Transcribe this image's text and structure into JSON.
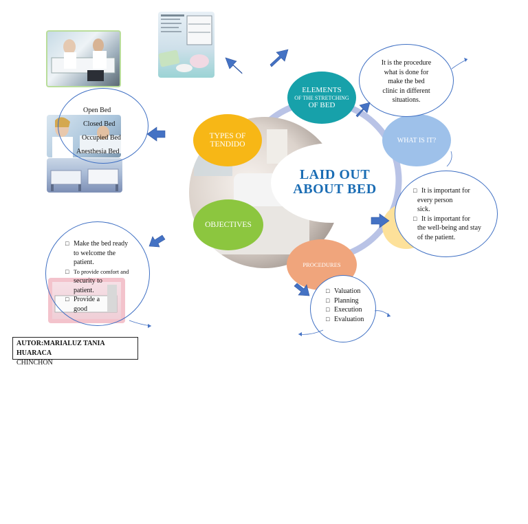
{
  "center": {
    "line1": "LAID OUT",
    "line2": "ABOUT BED"
  },
  "nodes": {
    "elements": {
      "line1": "ELEMENTS",
      "line2": "OF THE STRETCHING",
      "line3": "OF BED"
    },
    "what_is_it": "WHAT IS IT?",
    "procedures": "PROCEDURES",
    "objectives": "OBJECTIVES",
    "types": {
      "line1": "TYPES OF",
      "line2": "TENDIDO"
    }
  },
  "bubbles": {
    "what_is_it": [
      "It is the procedure",
      "what is done for",
      "make the bed",
      "clinic in different",
      "situations."
    ],
    "importance": {
      "item1": [
        "It is important for",
        "every person",
        "sick."
      ],
      "item2": [
        "It is important for",
        "the well-being and stay",
        "of the patient."
      ]
    },
    "procedures": [
      "Valuation",
      "Planning",
      "Execution",
      "Evaluation"
    ],
    "types": [
      "Open Bed",
      "Closed Bed",
      "Occupied Bed",
      "Anesthesia Bed"
    ],
    "objectives": {
      "item1": [
        "Make the bed ready",
        "to welcome the",
        "patient."
      ],
      "item2": [
        "To provide comfort and",
        "security to",
        "patient."
      ],
      "item3": [
        "Provide a",
        "good"
      ]
    }
  },
  "author": {
    "line1": "AUTOR:MARIALUZ TANIA HUARACA",
    "line2": "CHINCHON"
  },
  "colors": {
    "ring": "#b9c3e6",
    "elements": "#17a1aa",
    "what_is_it": "#9ec1ea",
    "procedures": "#f0a57c",
    "objectives": "#8cc63f",
    "types": "#f7b716",
    "orange_partial": "#fde19a",
    "title_blue": "#1b6db4",
    "arrow": "#4472c4",
    "bubble_border": "#3e6fc3"
  }
}
